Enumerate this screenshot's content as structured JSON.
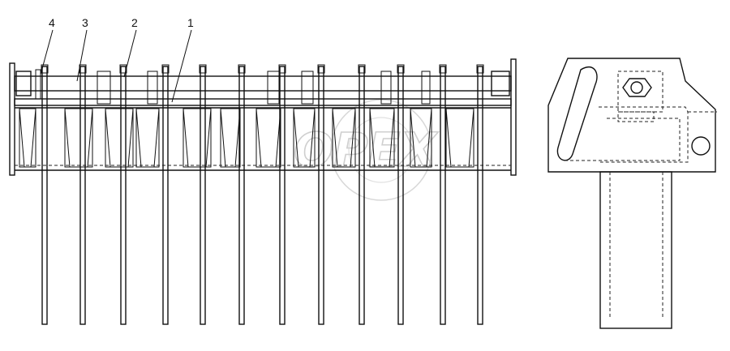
{
  "diagram": {
    "callouts": [
      {
        "id": "4",
        "label": "4"
      },
      {
        "id": "3",
        "label": "3"
      },
      {
        "id": "2",
        "label": "2"
      },
      {
        "id": "1",
        "label": "1"
      }
    ],
    "watermark": {
      "text": "OPEX"
    }
  }
}
